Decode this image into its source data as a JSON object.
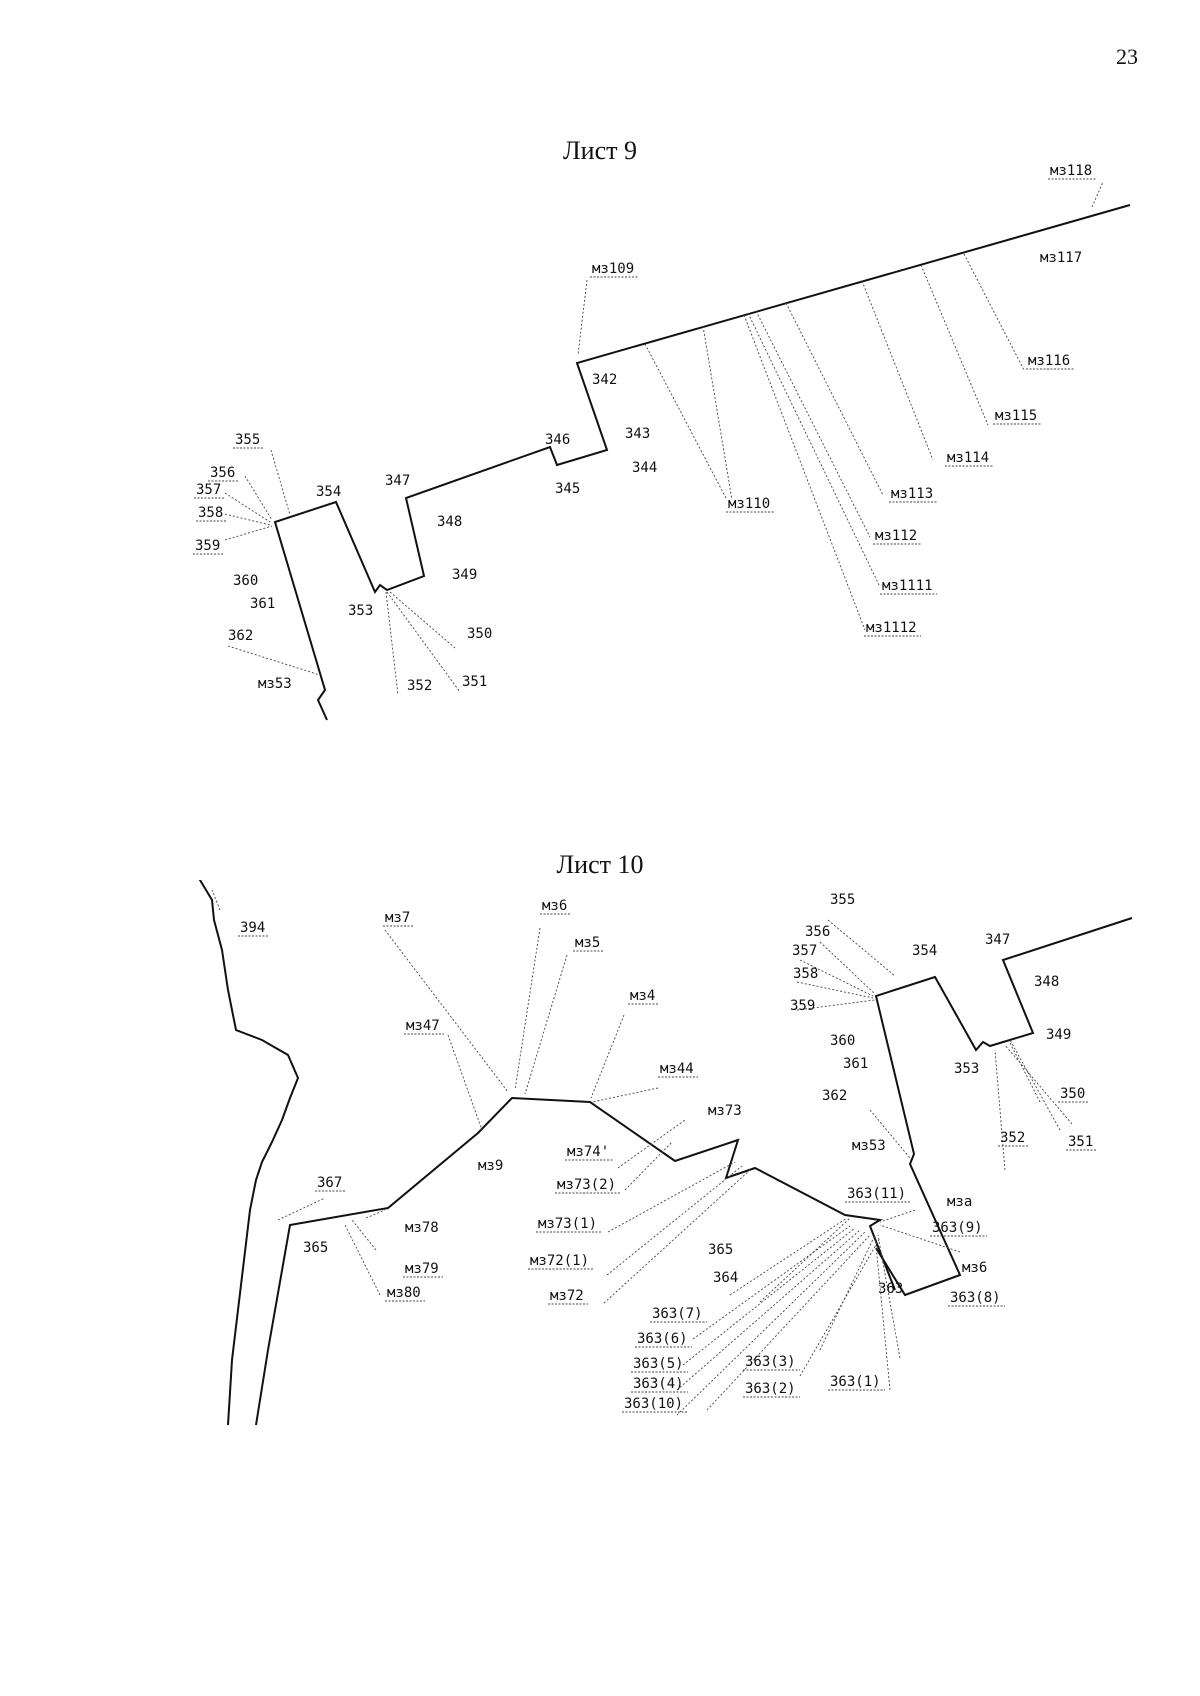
{
  "page_number": "23",
  "sheets": [
    {
      "title": "Лист 9",
      "labels": [
        "мз118",
        "мз117",
        "мз109",
        "342",
        "343",
        "344",
        "345",
        "346",
        "347",
        "348",
        "349",
        "350",
        "351",
        "352",
        "353",
        "354",
        "355",
        "356",
        "357",
        "358",
        "359",
        "360",
        "361",
        "362",
        "мз53",
        "мз110",
        "мз1112",
        "мз1111",
        "мз112",
        "мз113",
        "мз114",
        "мз115",
        "мз116"
      ]
    },
    {
      "title": "Лист 10",
      "labels": [
        "394",
        "мз7",
        "мз6",
        "мз5",
        "мз4",
        "мз47",
        "мз44",
        "мз73",
        "мз74'",
        "мз73(2)",
        "мз73(1)",
        "мз72(1)",
        "мз72",
        "мз9",
        "367",
        "365",
        "мз78",
        "мз79",
        "мз80",
        "355",
        "356",
        "357",
        "358",
        "359",
        "354",
        "347",
        "348",
        "349",
        "350",
        "351",
        "352",
        "353",
        "360",
        "361",
        "362",
        "мз53",
        "363(11)",
        "мза",
        "363(9)",
        "мз6",
        "363(8)",
        "363",
        "365",
        "364",
        "363(7)",
        "363(6)",
        "363(5)",
        "363(4)",
        "363(10)",
        "363(3)",
        "363(2)",
        "363(1)"
      ]
    }
  ]
}
